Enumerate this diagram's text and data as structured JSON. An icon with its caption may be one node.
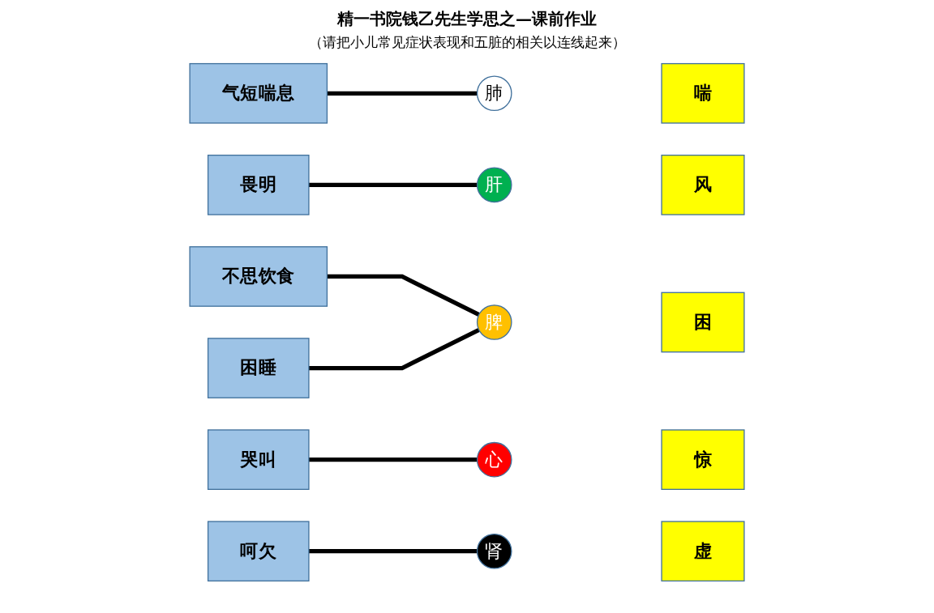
{
  "diagram": {
    "title": "精一书院钱乙先生学思之—课前作业",
    "nodes": [
      {
        "text": [
          "气短喘息"
        ]
      },
      {
        "text": [
          "畏明"
        ]
      },
      {
        "text": [
          "不思饮食"
        ]
      },
      {
        "text": [
          "哭叫"
        ]
      },
      {
        "text": [
          "困睡"
        ]
      },
      {
        "text": [
          "呵欠"
        ]
      },
      {
        "text": [
          "心"
        ]
      },
      {
        "text": [
          "肝"
        ]
      },
      {
        "text": [
          "脾"
        ]
      },
      {
        "text": [
          "肺"
        ]
      },
      {
        "text": [
          "肾"
        ]
      },
      {
        "text": [
          "惊"
        ]
      },
      {
        "text": [
          "风"
        ]
      },
      {
        "text": [
          "困"
        ]
      },
      {
        "text": [
          "喘"
        ]
      },
      {
        "text": [
          "虚"
        ]
      }
    ],
    "edges": [
      {
        "from": 0,
        "to": 9,
        "arrow": "none"
      },
      {
        "from": 1,
        "to": 7,
        "arrow": "none"
      },
      {
        "from": 2,
        "to": 8,
        "arrow": "none"
      },
      {
        "from": 3,
        "to": 6,
        "arrow": "none"
      },
      {
        "from": 4,
        "to": 8,
        "arrow": "none"
      },
      {
        "from": 5,
        "to": 10,
        "arrow": "none"
      }
    ],
    "labels": [
      "（请把小儿常见症状表现和五脏的相关以连线起来）"
    ]
  }
}
